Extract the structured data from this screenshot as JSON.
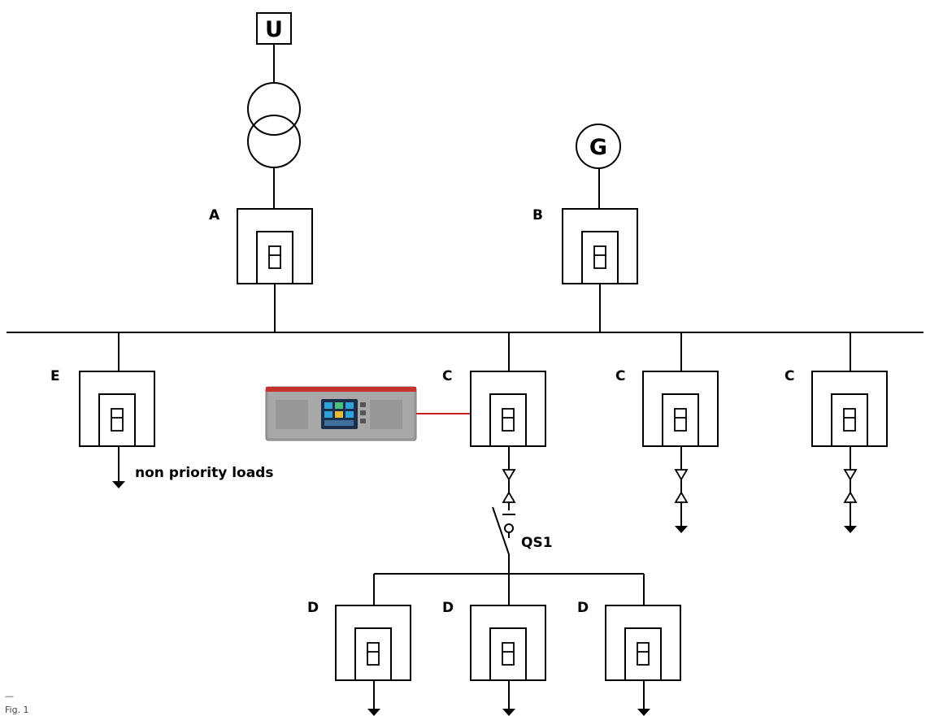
{
  "source": {
    "utility_symbol": "U",
    "generator_symbol": "G"
  },
  "breakers": {
    "A": "A",
    "B": "B",
    "E": "E",
    "C1": "C",
    "C2": "C",
    "C3": "C",
    "D1": "D",
    "D2": "D",
    "D3": "D"
  },
  "switch_label": "QS1",
  "non_priority_label": "non priority loads",
  "figure": {
    "dash": "—",
    "caption": "Fig. 1"
  },
  "colors": {
    "line": "#000000",
    "link": "#cc1f1f",
    "device_body": "#9a9a9a",
    "device_bar": "#c8312c",
    "screen": "#1a2e4a"
  }
}
